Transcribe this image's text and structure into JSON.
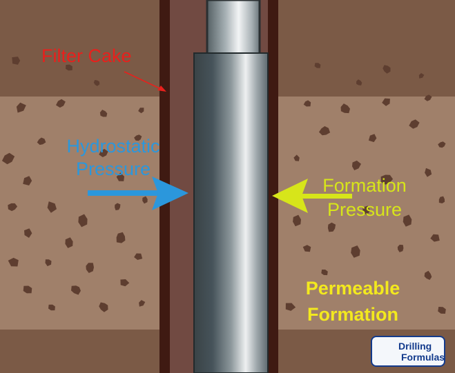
{
  "labels": {
    "filter_cake": "Filter Cake",
    "hydrostatic_line1": "Hydrostatic",
    "hydrostatic_line2": "Pressure",
    "formation_line1": "Formation",
    "formation_line2": "Pressure",
    "permeable_line1": "Permeable",
    "permeable_line2": "Formation"
  },
  "logo": {
    "line1": "Drilling",
    "line2": "Formulas"
  },
  "colors": {
    "filter_cake_arrow": "#e8201c",
    "hydrostatic_arrow": "#2b97dc",
    "formation_arrow": "#d7e51a",
    "permeable_text": "#f3e91e",
    "logo_blue": "#123a8c"
  }
}
